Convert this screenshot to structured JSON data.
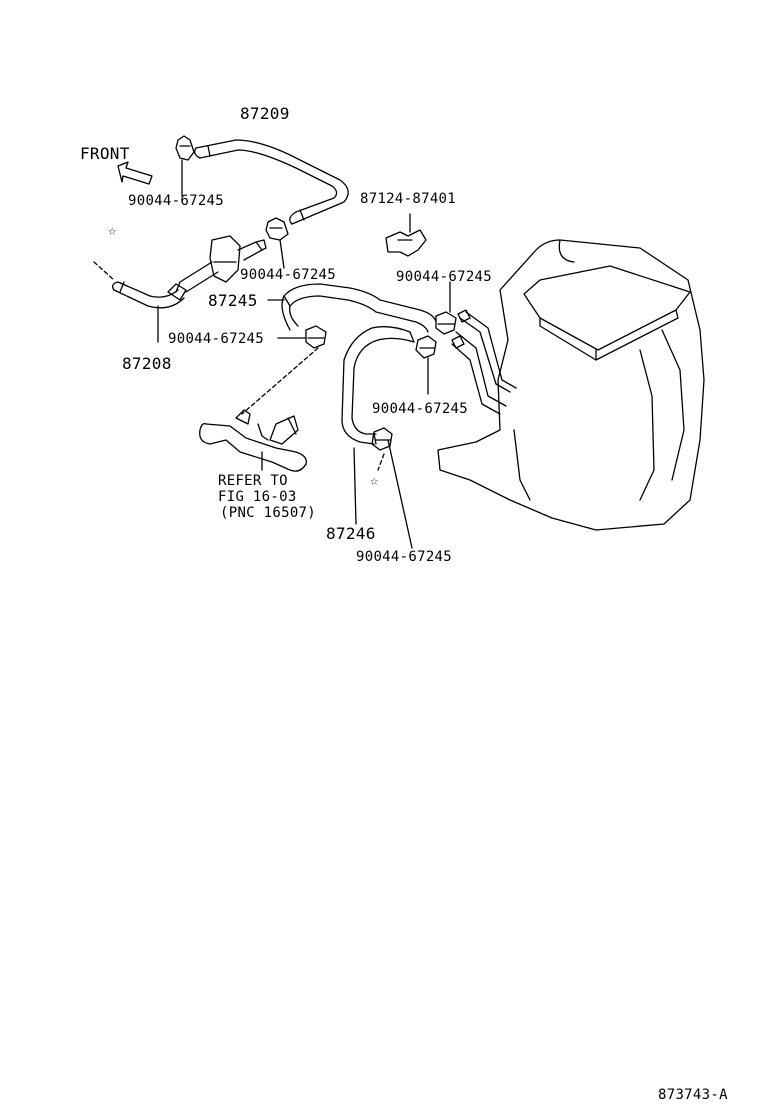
{
  "labels": {
    "front": "FRONT",
    "p87209": "87209",
    "p87208": "87208",
    "p87245": "87245",
    "p87246": "87246",
    "p87124": "87124-87401",
    "clip1": "90044-67245",
    "clip2": "90044-67245",
    "clip3": "90044-67245",
    "clip4": "90044-67245",
    "clip5": "90044-67245",
    "clip6": "90044-67245",
    "refer1": "REFER TO",
    "refer2": "FIG 16-03",
    "refer3": "(PNC 16507)",
    "star_a": "☆",
    "star_b": "☆",
    "footer": "873743-A"
  }
}
